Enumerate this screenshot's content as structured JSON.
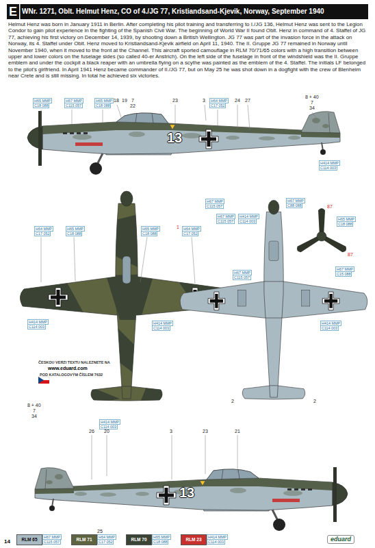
{
  "diagram": {
    "title": "WNr. 1271, Oblt. Helmut Henz, CO of 4./JG 77, Kristiandsand-Kjevik, Norway, September 1940",
    "labels": [
      "E",
      "Helmut Henz was born in January 1911 in Berlin. After completing his pilot training and transferring to I./JG 136, Helmut Henz was sent to the Legion Condor to gain pilot experience in the fighting of the Spanish Civil War. The beginning of World War II found Oblt. Henz in command of 4. Staffel of JG 77, achieving his first victory on December 14, 1939, by shooting down a British Wellington. JG 77 was part of the invasion force in the attack on Norway, its 4. Staffel under Oblt. Henz moved to Kristiandsand-Kjevik airfield on April 11, 1940. The II. Gruppe JG 77 remained in Norway until November 1940, when it moved to the front at the Channel. This aircraft sported camouflage in RLM 70/71/65 colors with a high transition between upper and lower colors on the fuselage sides (so called 40-er Anstrich). On the left side of the fuselage in front of the windshield was the II. Gruppe emblem and under the cockpit a black reaper with an umbrella flying on a scythe was painted as the emblem of the 4. Staffel. The initials LF belonged to the pilot's girlfriend. In April 1941 Henz became commander of II./JG 77, but on May 25 he was shot down in a dogfight with the crew of Blenheim near Crete and is still missing. In total he achieved six victories.",
      "H65 MMP",
      "C18 088",
      "H67 MMP",
      "C115 057",
      "H65 MMP",
      "C18 088",
      "18",
      "19",
      "7",
      "22",
      "23",
      "3",
      "H64 MMP",
      "C17 052",
      "24",
      "27",
      "8 + 40",
      "7",
      "34",
      "13",
      "H414 MMP",
      "C114 003",
      "H67 MMP",
      "C115 057",
      "H67 MMP",
      "C88 088",
      "87",
      "H65 MMP",
      "C18 088",
      "87",
      "H67 MMP",
      "C15 088",
      "H64 MMP",
      "C17 052",
      "H65 MMP",
      "C18 088",
      "H65 MMP",
      "C18 088",
      "1",
      "H64 MMP",
      "C17 052",
      "H414 MMP",
      "C114 003",
      "H414 MMP",
      "C114 003",
      "H67 MMP",
      "C115 057",
      "H414 MMP",
      "C114 003",
      "H67 MMP",
      "C115 057",
      "H414 MMP",
      "C114 003",
      "2",
      "2",
      "ČESKOU VERZI TEXTU NALEZNETE NA",
      "www.eduard.com",
      "POD KATALOGOVÝM ČÍSLEM 7632",
      "8 + 40",
      "7",
      "34",
      "H414 MMP",
      "C114 003",
      "26",
      "20",
      "3",
      "23",
      "21",
      "13",
      "25",
      "H67 MMP",
      "C115 057",
      "H64 MMP",
      "C17 052",
      "H65 MMP",
      "C18 088",
      "H414 MMP",
      "C114 003",
      "14",
      "eduard"
    ],
    "legend": [
      {
        "text": "RLM 65",
        "color": "#a9bac3"
      },
      {
        "text": "RLM 71",
        "color": "#5f6440"
      },
      {
        "text": "RLM 70",
        "color": "#3b4434"
      },
      {
        "text": "RLM 23",
        "color": "#c8302e"
      }
    ]
  }
}
